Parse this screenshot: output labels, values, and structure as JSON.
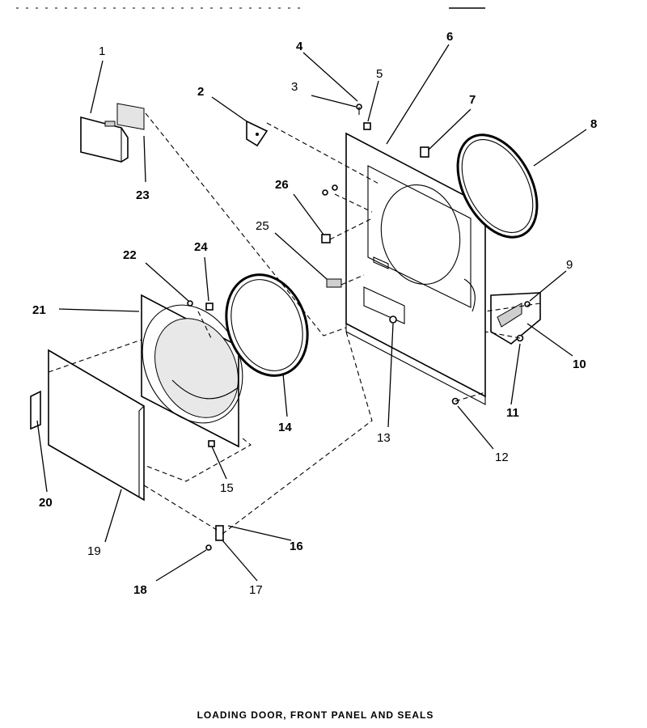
{
  "diagram": {
    "caption": "LOADING DOOR, FRONT PANEL AND SEALS",
    "header_text": "",
    "callouts": [
      {
        "id": "1",
        "label": "1",
        "bold": false
      },
      {
        "id": "2",
        "label": "2",
        "bold": true
      },
      {
        "id": "3",
        "label": "3",
        "bold": false
      },
      {
        "id": "4",
        "label": "4",
        "bold": true
      },
      {
        "id": "5",
        "label": "5",
        "bold": false
      },
      {
        "id": "6",
        "label": "6",
        "bold": true
      },
      {
        "id": "7",
        "label": "7",
        "bold": true
      },
      {
        "id": "8",
        "label": "8",
        "bold": true
      },
      {
        "id": "9",
        "label": "9",
        "bold": false
      },
      {
        "id": "10",
        "label": "10",
        "bold": true
      },
      {
        "id": "11",
        "label": "11",
        "bold": true
      },
      {
        "id": "12",
        "label": "12",
        "bold": false
      },
      {
        "id": "13",
        "label": "13",
        "bold": false
      },
      {
        "id": "14",
        "label": "14",
        "bold": true
      },
      {
        "id": "15",
        "label": "15",
        "bold": false
      },
      {
        "id": "16",
        "label": "16",
        "bold": true
      },
      {
        "id": "17",
        "label": "17",
        "bold": false
      },
      {
        "id": "18",
        "label": "18",
        "bold": true
      },
      {
        "id": "19",
        "label": "19",
        "bold": false
      },
      {
        "id": "20",
        "label": "20",
        "bold": true
      },
      {
        "id": "21",
        "label": "21",
        "bold": true
      },
      {
        "id": "22",
        "label": "22",
        "bold": true
      },
      {
        "id": "23",
        "label": "23",
        "bold": true
      },
      {
        "id": "24",
        "label": "24",
        "bold": true
      },
      {
        "id": "25",
        "label": "25",
        "bold": false
      },
      {
        "id": "26",
        "label": "26",
        "bold": true
      }
    ]
  }
}
